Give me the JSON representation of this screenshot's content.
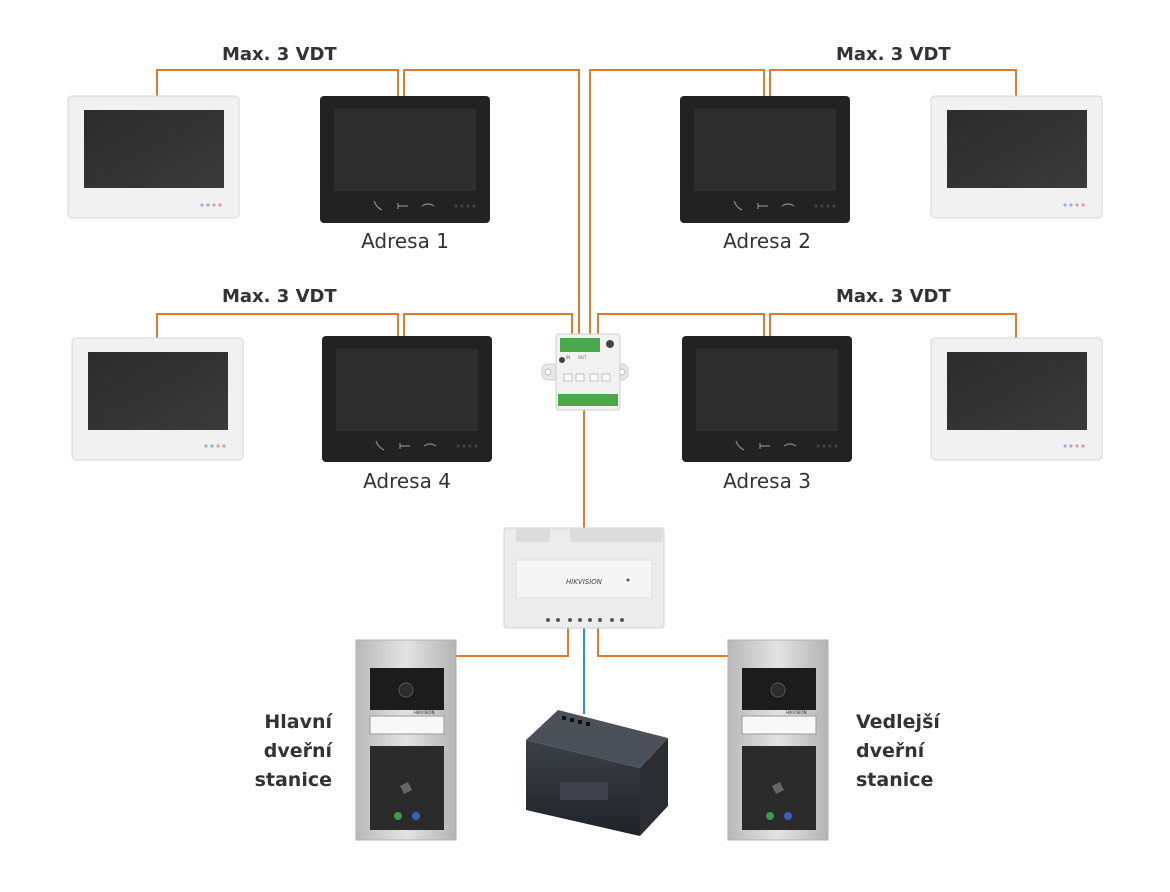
{
  "colors": {
    "cable_orange": "#e07a2e",
    "cable_blue": "#2f8fd0",
    "monitor_black": "#222222",
    "monitor_white": "#f1f1f1",
    "panel_steel": "#c9c9c9"
  },
  "labels": {
    "max_vdt_top_left": "Max. 3 VDT",
    "max_vdt_top_right": "Max. 3 VDT",
    "max_vdt_mid_left": "Max. 3 VDT",
    "max_vdt_mid_right": "Max. 3 VDT",
    "address_1": "Adresa 1",
    "address_2": "Adresa 2",
    "address_3": "Adresa 3",
    "address_4": "Adresa 4"
  },
  "stations": {
    "main": [
      "Hlavní",
      "dveřní",
      "stanice"
    ],
    "secondary": [
      "Vedlejší",
      "dveřní",
      "stanice"
    ]
  },
  "devices": {
    "brand": "HIKVISION",
    "distributor_in": "IN",
    "distributor_out": "OUT",
    "icons": [
      "handset-icon",
      "key-icon",
      "unlock-icon",
      "camera-icon",
      "card-reader-icon",
      "call-button-icon"
    ]
  }
}
